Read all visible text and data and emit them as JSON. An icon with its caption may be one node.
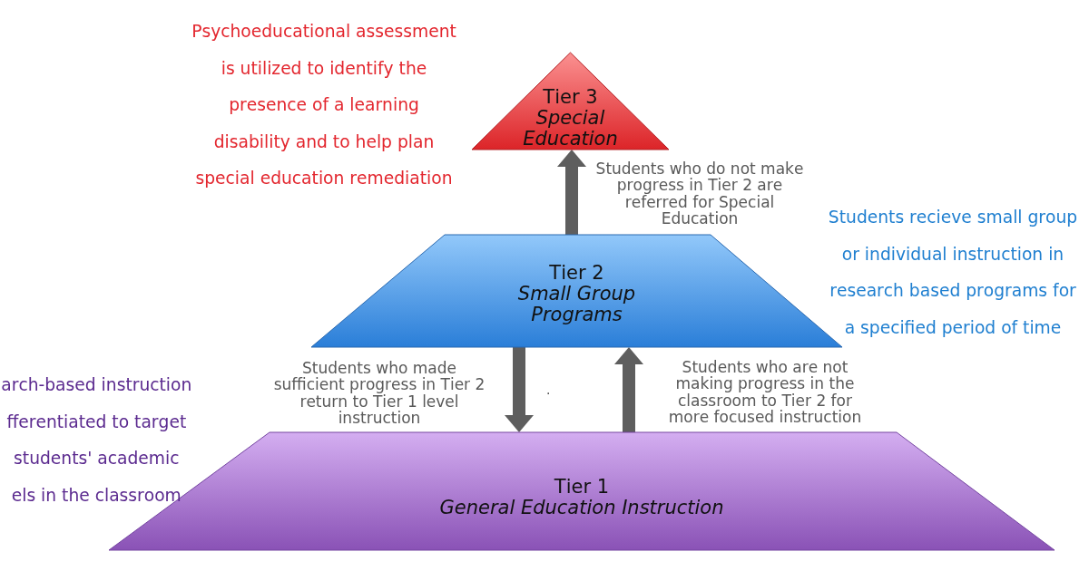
{
  "diagram": {
    "nodes": [
      {
        "text": [
          "Tier 3",
          "Special Education"
        ],
        "beside": [
          "Psychoeducational assessment is utilized to identify the presence of a learning disability and to help plan special education remediation"
        ]
      },
      {
        "text": [
          "Tier 2",
          "Small Group Programs"
        ],
        "beside": [
          "Students recieve small group or individual instruction in research based programs for a specified period of time"
        ]
      },
      {
        "text": [
          "Tier 1",
          "General Education Instruction"
        ],
        "beside": [
          "arch-based instruction fferentiated to target students' academic els in the classroom"
        ]
      }
    ],
    "edges": [
      {
        "from": 1,
        "to": 0,
        "arrow": "to",
        "label": "Students who do not make progress in Tier 2 are referred for Special Education"
      },
      {
        "from": 1,
        "to": 2,
        "arrow": "to",
        "label": "Students who made sufficient progress in Tier 2 return to Tier 1 level instruction"
      },
      {
        "from": 2,
        "to": 1,
        "arrow": "to",
        "label": "Students who are not making progress in the classroom to Tier 2 for more focused instruction"
      }
    ],
    "labels": [
      "."
    ]
  }
}
